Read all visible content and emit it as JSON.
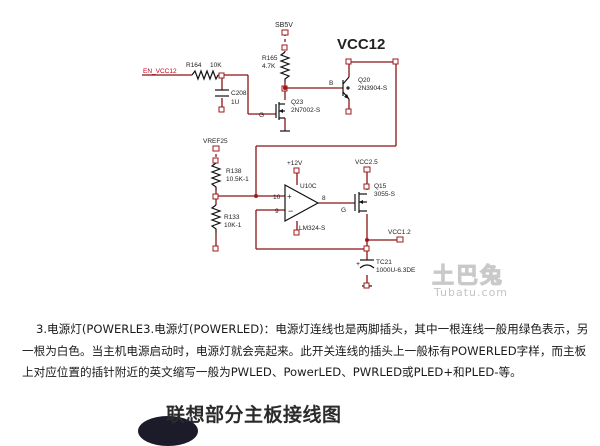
{
  "schematic": {
    "labels": {
      "sb5v": "SB5V",
      "vcc12": "VCC12",
      "r165": "R165",
      "r165_val": "4.7K",
      "r164": "R164",
      "r164_val": "10K",
      "en_vcc12": "EN_VCC12",
      "c208": "C208",
      "c208_val": "1U",
      "q23": "Q23",
      "q23_part": "2N7002-S",
      "q20": "Q20",
      "q20_part": "2N3904-S",
      "pin_b": "B",
      "pin_g": "G",
      "pin_g2": "G",
      "vref25": "VREF25",
      "r138": "R138",
      "r138_val": "10.5K-1",
      "r133": "R133",
      "r133_val": "10K-1",
      "plus12v": "+12V",
      "u10c": "U10C",
      "pin10": "10",
      "pin9": "9",
      "pin8": "8",
      "lm324": "LM324-S",
      "vcc25": "VCC2.5",
      "q15": "Q15",
      "q15_part": "3055-S",
      "vcc12b": "VCC1.2",
      "tc21": "TC21",
      "tc21_val": "1000U-6.3DE"
    }
  },
  "watermark": {
    "main": "土巴兔",
    "sub": "Tubatu.com"
  },
  "paragraph": "3.电源灯(POWERLE3.电源灯(POWERLED)：电源灯连线也是两脚插头，其中一根连线一般用绿色表示，另一根为白色。当主机电源启动时，电源灯就会亮起来。此开关连线的插头上一般标有POWERLED字样，而主板上对应位置的插针附近的英文缩写一般为PWLED、PowerLED、PWRLED或PLED+和PLED-等。",
  "heading": "联想部分主板接线图"
}
